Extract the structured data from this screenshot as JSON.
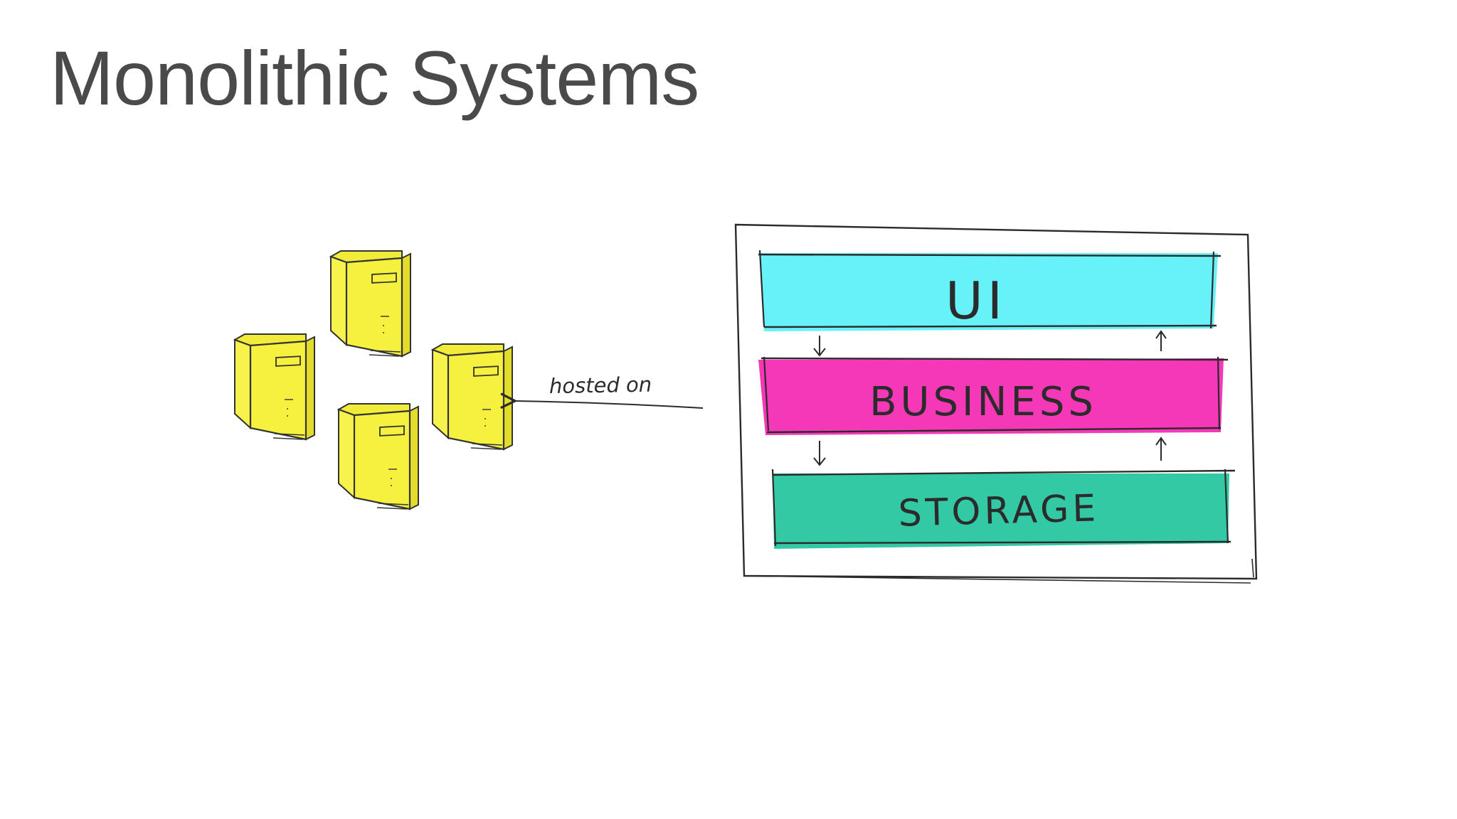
{
  "slide": {
    "title": "Monolithic Systems"
  },
  "diagram": {
    "servers": {
      "icon": "server-tower-icon",
      "count": 4,
      "color": "#f5f03c"
    },
    "connector": {
      "label": "hosted on"
    },
    "layers": [
      {
        "label": "UI",
        "color": "#66f2f8"
      },
      {
        "label": "BUSINESS",
        "color": "#f538b8"
      },
      {
        "label": "STORAGE",
        "color": "#33c9a4"
      }
    ],
    "colors": {
      "ink": "#222222",
      "title": "#4a4a4a",
      "background": "#ffffff"
    }
  }
}
